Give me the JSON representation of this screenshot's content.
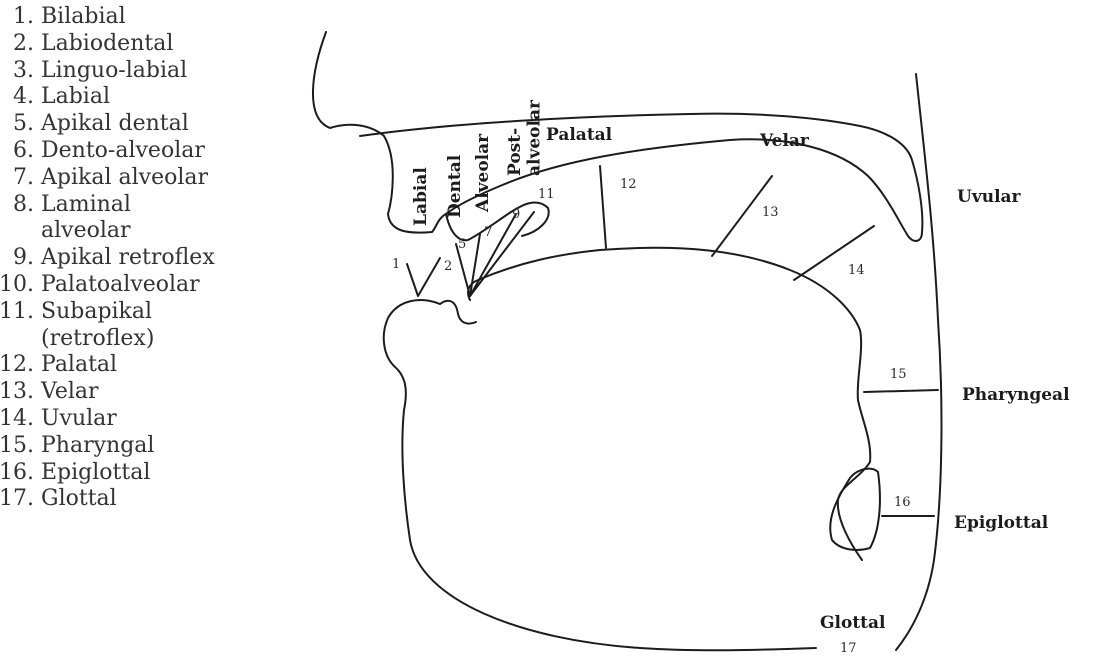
{
  "legend": [
    {
      "num": "1.",
      "text": "Bilabial"
    },
    {
      "num": "2.",
      "text": "Labiodental"
    },
    {
      "num": "3.",
      "text": "Linguo-labial"
    },
    {
      "num": "4.",
      "text": "Labial"
    },
    {
      "num": "5.",
      "text": "Apikal dental"
    },
    {
      "num": "6.",
      "text": "Dento-alveolar"
    },
    {
      "num": "7.",
      "text": "Apikal alveolar"
    },
    {
      "num": "8.",
      "text": "Laminal\nalveolar"
    },
    {
      "num": "9.",
      "text": "Apikal retroflex"
    },
    {
      "num": "10.",
      "text": "Palatoalveolar"
    },
    {
      "num": "11.",
      "text": "Subapikal\n(retroflex)"
    },
    {
      "num": "12.",
      "text": "Palatal"
    },
    {
      "num": "13.",
      "text": "Velar"
    },
    {
      "num": "14.",
      "text": "Uvular"
    },
    {
      "num": "15.",
      "text": "Pharyngal"
    },
    {
      "num": "16.",
      "text": "Epiglottal"
    },
    {
      "num": "17.",
      "text": "Glottal"
    }
  ],
  "regions": {
    "labial": "Labial",
    "dental": "Dental",
    "alveolar": "Alveolar",
    "post_alveolar": "Post-\nalveolar",
    "palatal": "Palatal",
    "velar": "Velar",
    "uvular": "Uvular",
    "pharyngeal": "Pharyngeal",
    "epiglottal": "Epiglottal",
    "glottal": "Glottal"
  },
  "numbers": {
    "n1": "1",
    "n2": "2",
    "n5": "5",
    "n7": "7",
    "n9": "9",
    "n11": "11",
    "n12": "12",
    "n13": "13",
    "n14": "14",
    "n15": "15",
    "n16": "16",
    "n17": "17"
  }
}
